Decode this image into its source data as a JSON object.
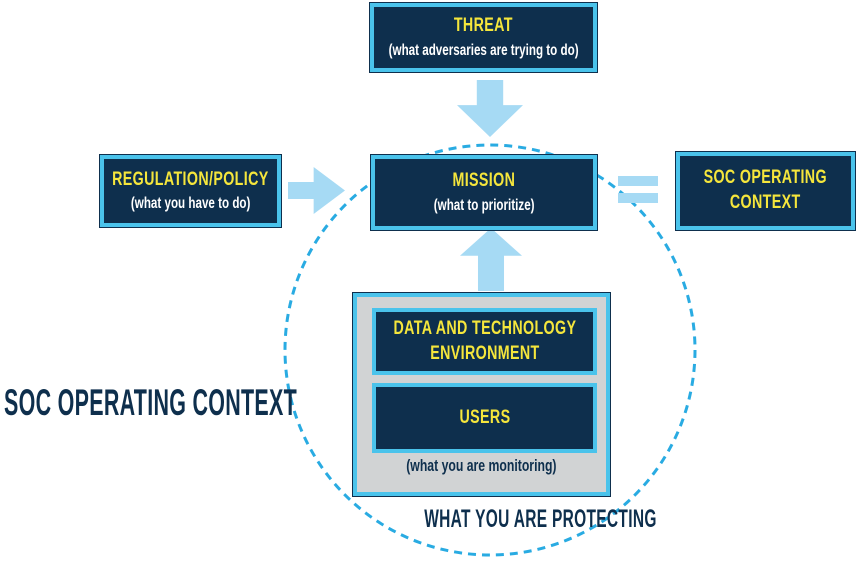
{
  "colors": {
    "navy": "#0e2f4d",
    "cyan": "#4ac3eb",
    "light_blue": "#a6daf4",
    "circle_blue": "#29abe2",
    "yellow": "#f5e63c",
    "gray": "#d1d3d4",
    "white": "#ffffff"
  },
  "boxes": {
    "threat": {
      "title": "THREAT",
      "subtitle": "(what adversaries are trying to do)"
    },
    "regulation": {
      "title": "REGULATION/POLICY",
      "subtitle": "(what you have to do)"
    },
    "mission": {
      "title": "MISSION",
      "subtitle": "(what to prioritize)"
    },
    "soc_operating_context": {
      "title": "SOC OPERATING\nCONTEXT"
    },
    "data_environment": {
      "title": "DATA AND TECHNOLOGY\nENVIRONMENT"
    },
    "users": {
      "title": "USERS"
    }
  },
  "captions": {
    "monitoring": "(what you are monitoring)",
    "protecting": "WHAT YOU ARE PROTECTING",
    "left_label": "SOC OPERATING CONTEXT"
  },
  "icons": {
    "threat_to_mission": "block-arrow-down",
    "regulation_to_mission": "block-arrow-right",
    "environment_to_mission": "block-arrow-up",
    "mission_equals_context": "equals-sign",
    "operating_context_boundary": "dashed-circle"
  }
}
